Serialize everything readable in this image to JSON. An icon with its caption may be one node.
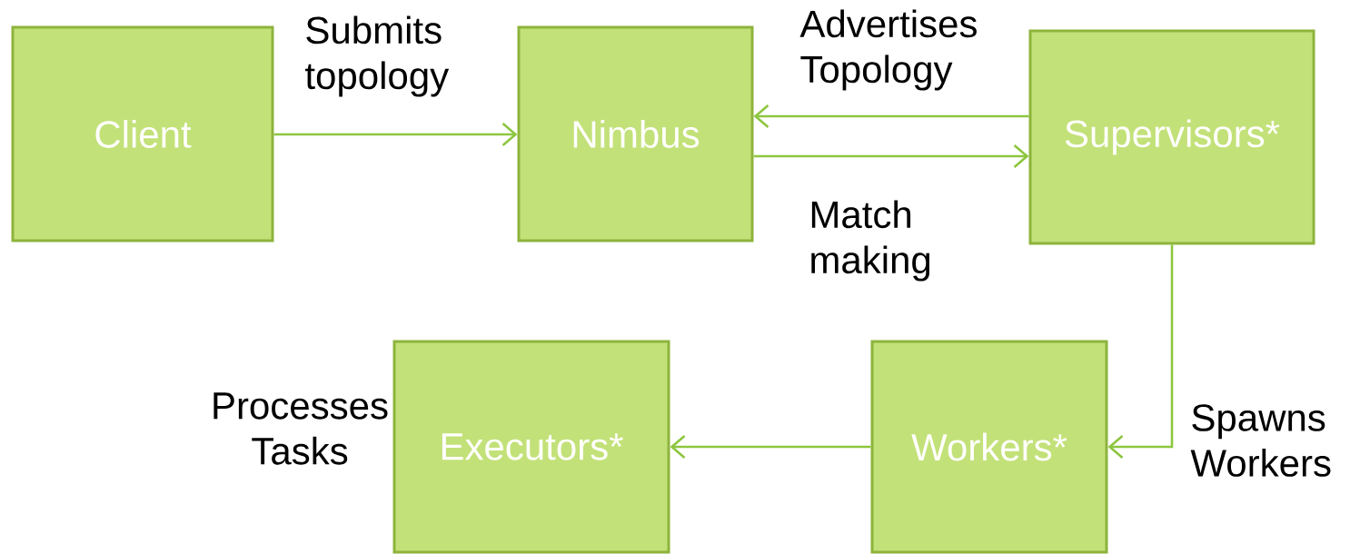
{
  "diagram": {
    "nodes": [
      {
        "text": [
          "Client"
        ]
      },
      {
        "text": [
          "Nimbus"
        ]
      },
      {
        "text": [
          "Supervisors*"
        ]
      },
      {
        "text": [
          "Executors*"
        ],
        "beside": [
          "Processes Tasks"
        ]
      },
      {
        "text": [
          "Workers*"
        ]
      }
    ],
    "edges": [
      {
        "from": 0,
        "to": 1,
        "arrow": "to",
        "label": "Submits topology"
      },
      {
        "from": 2,
        "to": 1,
        "arrow": "to",
        "label": "Advertises Topology"
      },
      {
        "from": 1,
        "to": 2,
        "arrow": "to",
        "label": "Match making"
      },
      {
        "from": 2,
        "to": 4,
        "arrow": "to",
        "label": "Spawns Workers"
      },
      {
        "from": 4,
        "to": 3,
        "arrow": "to"
      }
    ]
  }
}
